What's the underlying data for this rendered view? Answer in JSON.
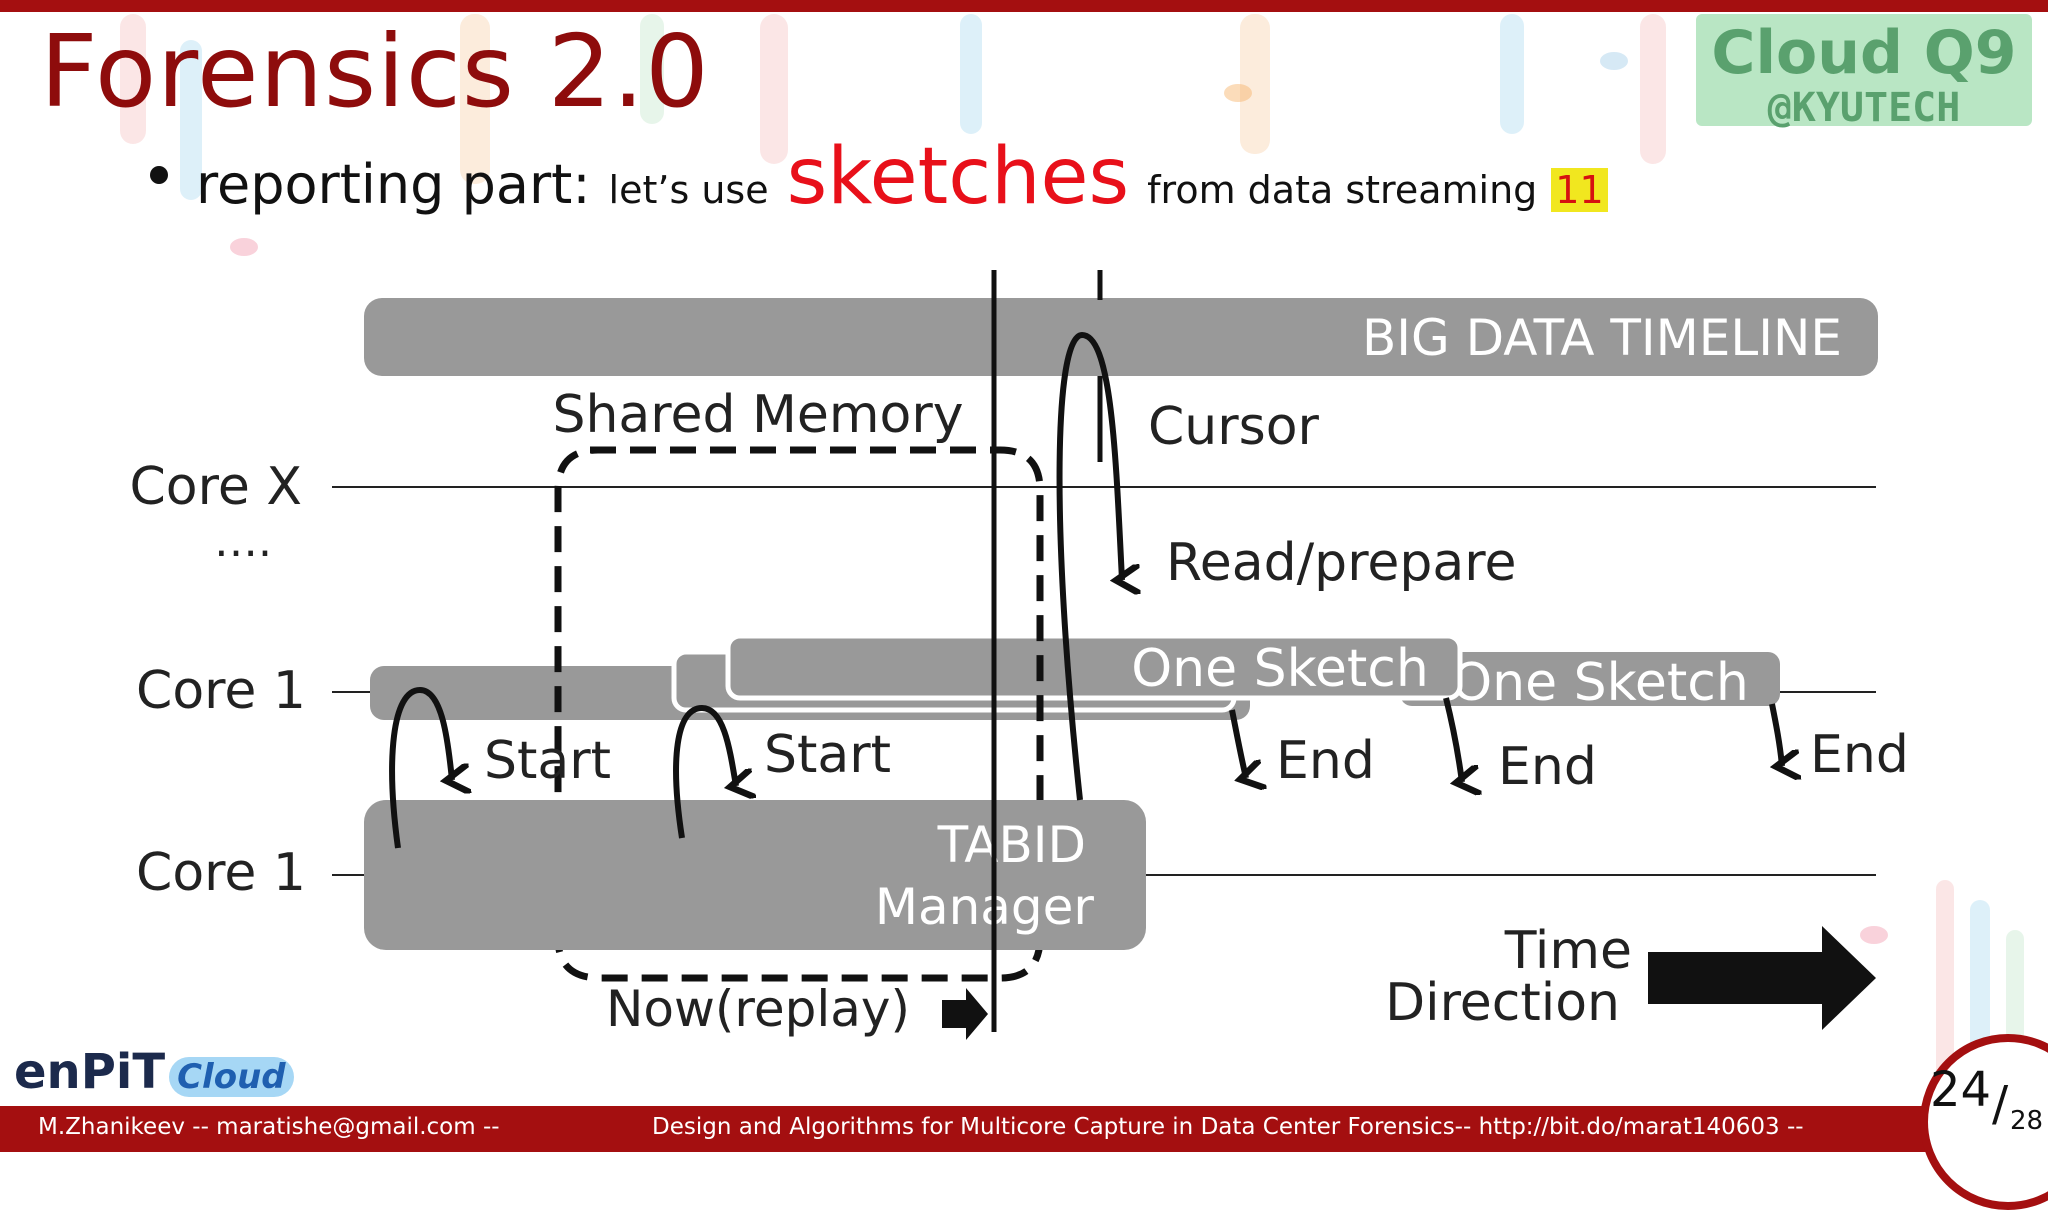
{
  "slide": {
    "title": "Forensics 2.0",
    "brand": {
      "main": "Cloud Q9",
      "sub": "@KYUTECH"
    },
    "bullet": {
      "lead": "reporting part:",
      "mid": "let’s use",
      "highlight": "sketches",
      "tail": "from data streaming",
      "ref": "11"
    },
    "colors": {
      "title": "#8e0c0c",
      "highlight": "#e8101a",
      "bar": "#999999",
      "footer": "#a40f10",
      "ref_bg": "#f1e71f"
    },
    "footer": {
      "left": "M.Zhanikeev -- maratishe@gmail.com --",
      "center": "Design and Algorithms for Multicore Capture in Data Center Forensics-- http://bit.do/marat140603 --"
    },
    "page": {
      "current": "24",
      "total": "28"
    },
    "logo": {
      "main": "enPiT",
      "sub": "Cloud"
    }
  },
  "diagram": {
    "timeline_label": "BIG DATA TIMELINE",
    "shared_memory": "Shared Memory",
    "cursor": "Cursor",
    "read_prepare": "Read/prepare",
    "core_x": "Core X",
    "ellipsis": "….",
    "core_1a": "Core 1",
    "core_1b": "Core 1",
    "sketch_1": "One Sketch",
    "sketch_2": "One Sketch",
    "start_1": "Start",
    "start_2": "Start",
    "end_1": "End",
    "end_2": "End",
    "end_3": "End",
    "manager_l1": "TABID",
    "manager_l2": "Manager",
    "now": "Now(replay)",
    "time_l1": "Time",
    "time_l2": "Direction"
  }
}
